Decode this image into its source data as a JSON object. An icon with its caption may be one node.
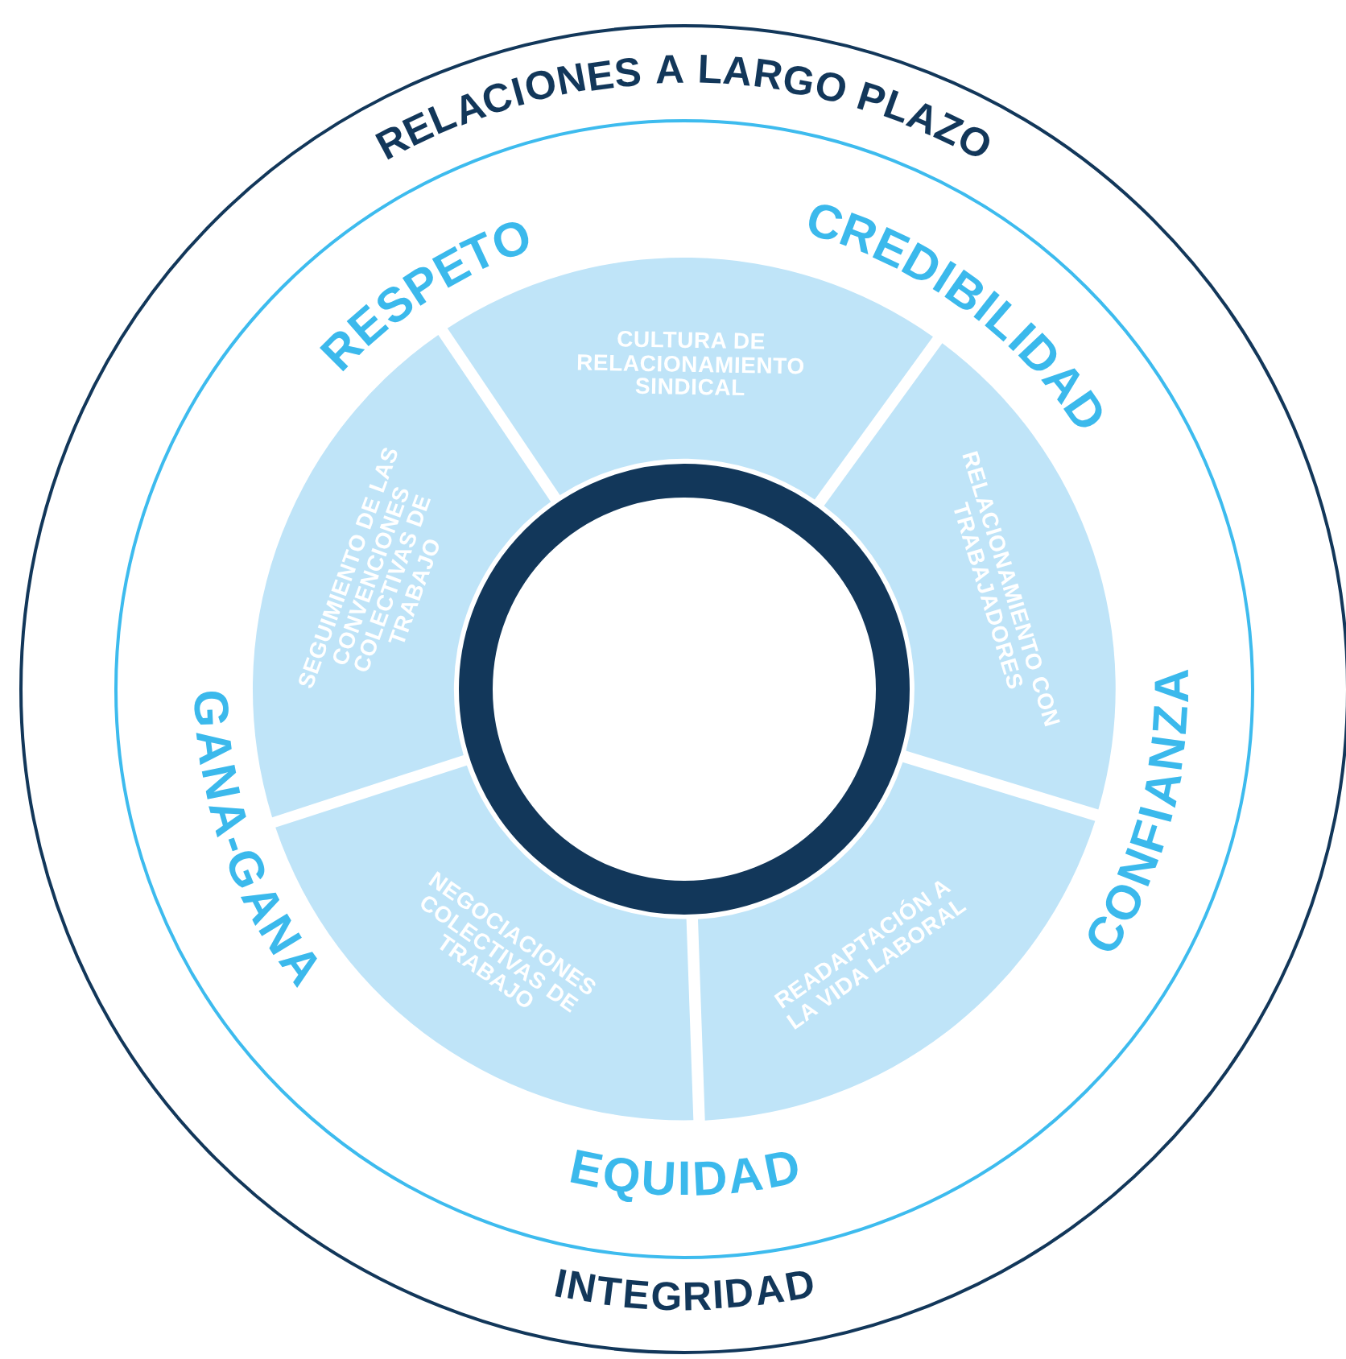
{
  "diagram": {
    "nodes": [
      {
        "text": [
          "RELACIONES A LARGO PLAZO",
          "INTEGRIDAD"
        ]
      },
      {
        "text": [
          "RESPETO",
          "CREDIBILIDAD",
          "CONFIANZA",
          "EQUIDAD",
          "GANA-GANA"
        ],
        "in": 0
      },
      {
        "text": [
          "CULTURA DE RELACIONAMIENTO SINDICAL"
        ],
        "in": 1
      },
      {
        "text": [
          "RELACIONAMIENTO CON TRABAJADORES"
        ],
        "in": 1
      },
      {
        "text": [
          "READAPTACIÓN A LA VIDA LABORAL"
        ],
        "in": 1
      },
      {
        "text": [
          "NEGOCIACIONES COLECTIVAS DE TRABAJO"
        ],
        "in": 1
      },
      {
        "text": [
          "SEGUIMIENTO DE LAS CONVENCIONES COLECTIVAS DE TRABAJO"
        ],
        "in": 1
      },
      {
        "text": [],
        "shape": "circle",
        "in": 1
      }
    ]
  }
}
